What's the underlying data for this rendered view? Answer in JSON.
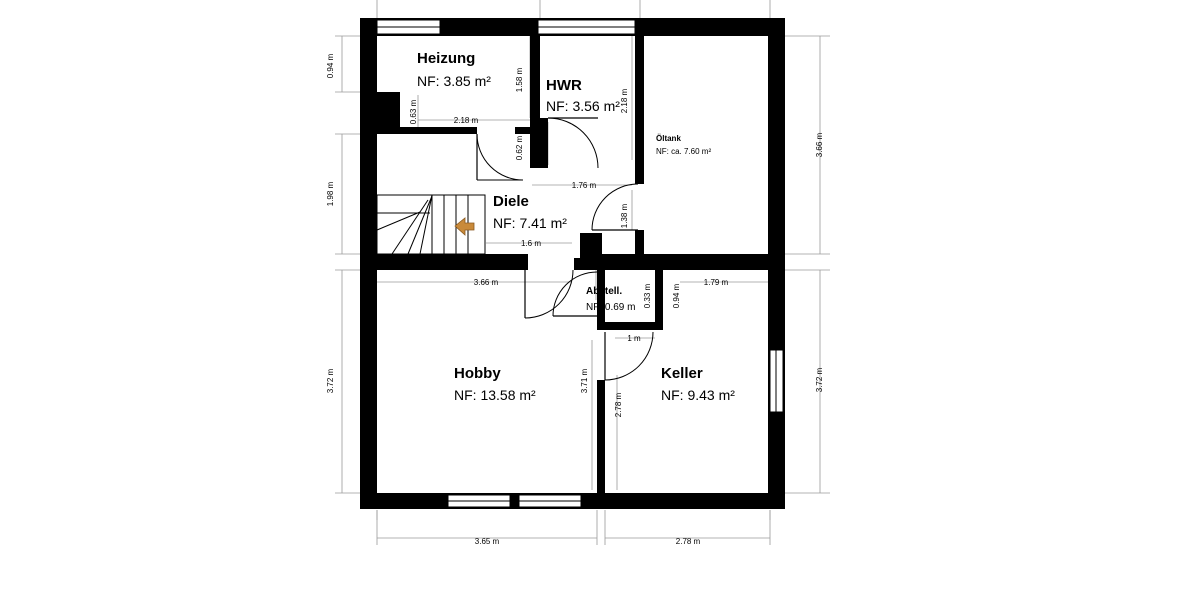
{
  "rooms": {
    "heizung": {
      "name": "Heizung",
      "area": "NF: 3.85 m²"
    },
    "hwr": {
      "name": "HWR",
      "area": "NF: 3.56 m²"
    },
    "oeltank": {
      "name": "Öltank",
      "area": "NF: ca. 7.60 m²"
    },
    "diele": {
      "name": "Diele",
      "area": "NF: 7.41 m²"
    },
    "abstell": {
      "name": "Abstell.",
      "area": "NF: 0.69 m"
    },
    "hobby": {
      "name": "Hobby",
      "area": "NF: 13.58 m²"
    },
    "keller": {
      "name": "Keller",
      "area": "NF: 9.43 m²"
    }
  },
  "dimensions": {
    "left_094": "0.94 m",
    "left_198": "1.98 m",
    "left_372": "3.72 m",
    "heizung_063": "0.63 m",
    "heizung_218": "2.18 m",
    "heizung_158": "1.58 m",
    "hwr_062": "0.62 m",
    "hwr_218": "2.18 m",
    "hwr_176": "1.76 m",
    "oel_138": "1.38 m",
    "diele_16": "1.6 m",
    "right_366": "3.66 m",
    "right_372": "3.72 m",
    "hobby_366": "3.66 m",
    "abst_033": "0.33 m",
    "abst_094": "0.94 m",
    "keller_179": "1.79 m",
    "keller_1": "1 m",
    "hobby_371": "3.71 m",
    "keller_278v": "2.78 m",
    "bottom_365": "3.65 m",
    "bottom_278": "2.78 m"
  },
  "colors": {
    "wall": "#000000",
    "dimension_line": "#9a9a9a",
    "stair_arrow": "#c98a3a"
  }
}
